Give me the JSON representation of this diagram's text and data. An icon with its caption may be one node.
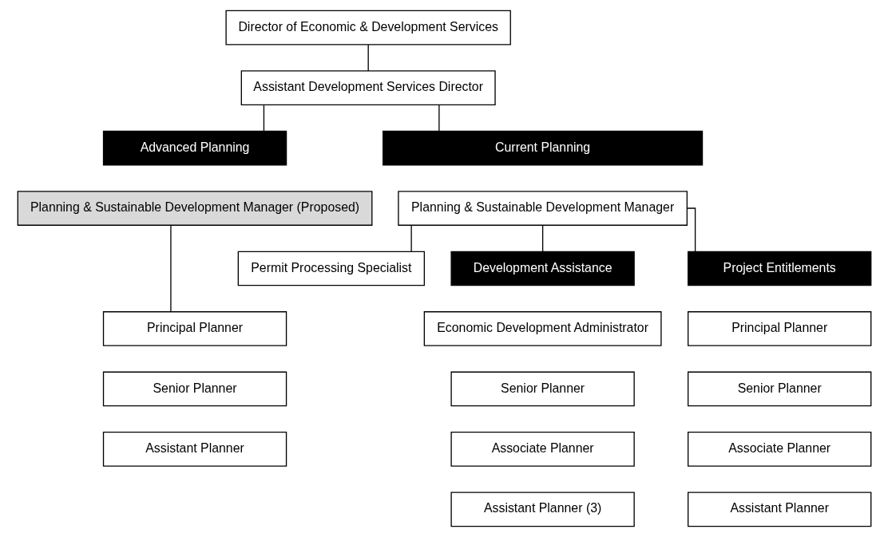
{
  "diagram": {
    "nodes": [
      {
        "text": [
          "Director of Economic & Development Services"
        ]
      },
      {
        "text": [
          "Assistant Development Services Director"
        ]
      },
      {
        "text": [
          "Advanced Planning"
        ]
      },
      {
        "text": [
          "Planning & Sustainable Development Manager (Proposed)"
        ]
      },
      {
        "text": [
          "Current Planning"
        ]
      },
      {
        "text": [
          "Planning & Sustainable Development Manager"
        ]
      },
      {
        "text": [
          "Permit Processing Specialist"
        ]
      },
      {
        "text": [
          "Principal Planner"
        ]
      },
      {
        "text": [
          "Senior Planner"
        ]
      },
      {
        "text": [
          "Assistant Planner"
        ]
      },
      {
        "text": [
          "Development Assistance"
        ]
      },
      {
        "text": [
          "Economic Development Administrator"
        ]
      },
      {
        "text": [
          "Senior Planner"
        ]
      },
      {
        "text": [
          "Associate Planner"
        ]
      },
      {
        "text": [
          "Assistant Planner (3)"
        ]
      },
      {
        "text": [
          "Project Entitlements"
        ]
      },
      {
        "text": [
          "Principal Planner"
        ]
      },
      {
        "text": [
          "Senior Planner"
        ]
      },
      {
        "text": [
          "Associate Planner"
        ]
      },
      {
        "text": [
          "Assistant Planner"
        ]
      }
    ],
    "edges": [
      {
        "from": 0,
        "to": 1,
        "arrow": "none"
      },
      {
        "from": 1,
        "to": 2,
        "arrow": "none"
      },
      {
        "from": 1,
        "to": 4,
        "arrow": "none"
      },
      {
        "from": 3,
        "to": 7,
        "arrow": "none"
      },
      {
        "from": 5,
        "to": 6,
        "arrow": "none"
      },
      {
        "from": 5,
        "to": 10,
        "arrow": "none"
      },
      {
        "from": 5,
        "to": 15,
        "arrow": "none"
      }
    ]
  }
}
